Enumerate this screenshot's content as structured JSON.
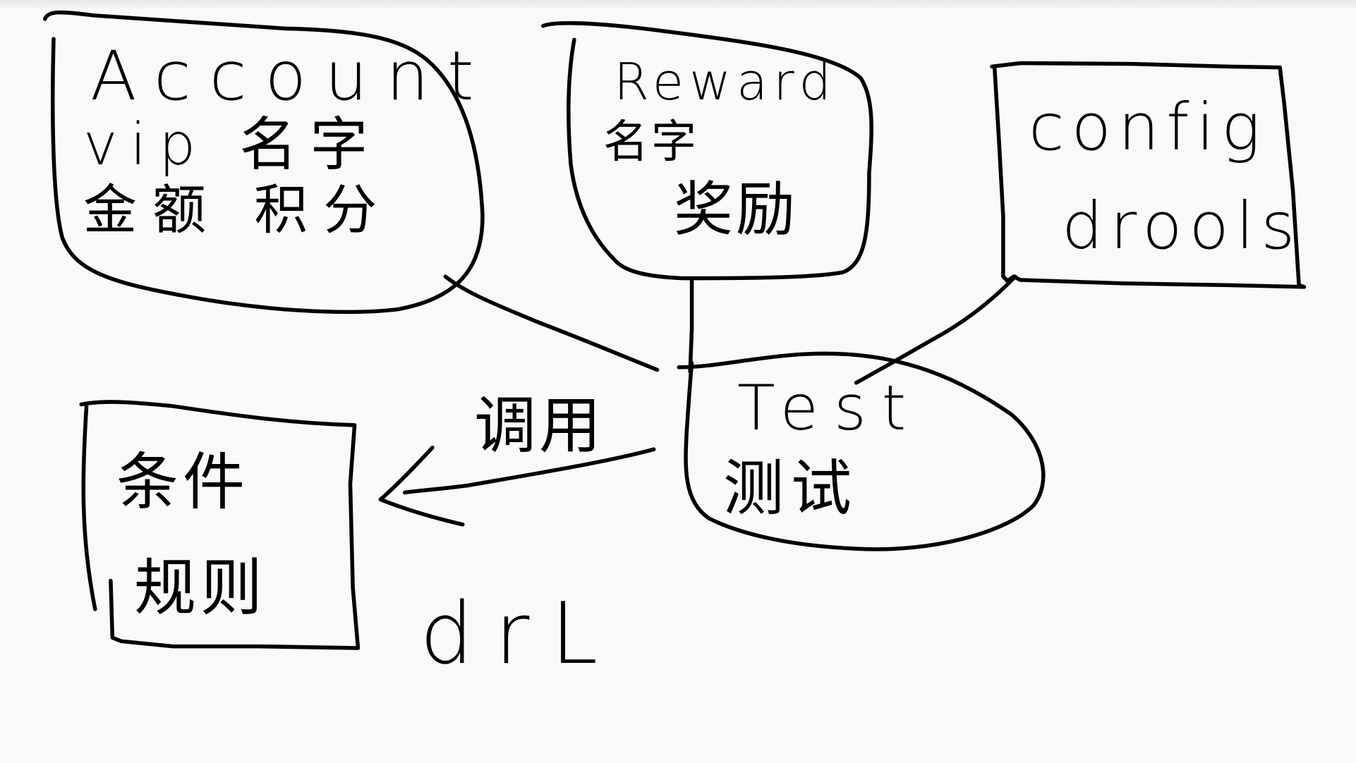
{
  "canvas": {
    "background": "#f8f9fb",
    "stroke_color": "#000000"
  },
  "nodes": {
    "account": {
      "title": "Account",
      "line2": "vip 名字",
      "line3": "金额 积分",
      "shape": "rounded-blob"
    },
    "reward": {
      "title": "Reward",
      "line2": "名字",
      "line3": "奖励",
      "shape": "rounded-blob"
    },
    "config": {
      "title": "config",
      "line2": "drools",
      "shape": "rectangle"
    },
    "test": {
      "title": "Test",
      "line2": "测试",
      "shape": "ellipse"
    },
    "rules": {
      "title": "条件",
      "line2": "规则",
      "shape": "rectangle"
    }
  },
  "edges": {
    "call_label": "调用",
    "call_from": "test",
    "call_to": "rules"
  },
  "annotations": {
    "rules_file": "drL"
  }
}
